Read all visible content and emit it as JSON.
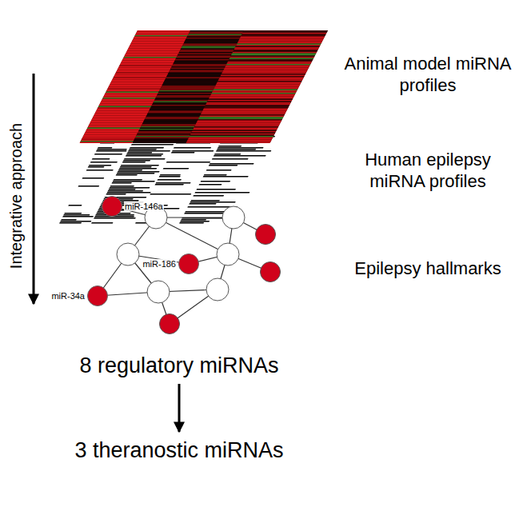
{
  "diagram": {
    "nodes": [
      {
        "text": [
          "miR-146a"
        ]
      },
      {
        "text": [
          "miR-186"
        ]
      },
      {
        "text": [
          "miR-34a"
        ]
      }
    ],
    "labels": [
      "Animal model miRNA profiles",
      "Human epilepsy miRNA profiles",
      "Epilepsy hallmarks",
      "Integrative approach",
      "8 regulatory miRNAs",
      "3 theranostic miRNAs"
    ]
  }
}
